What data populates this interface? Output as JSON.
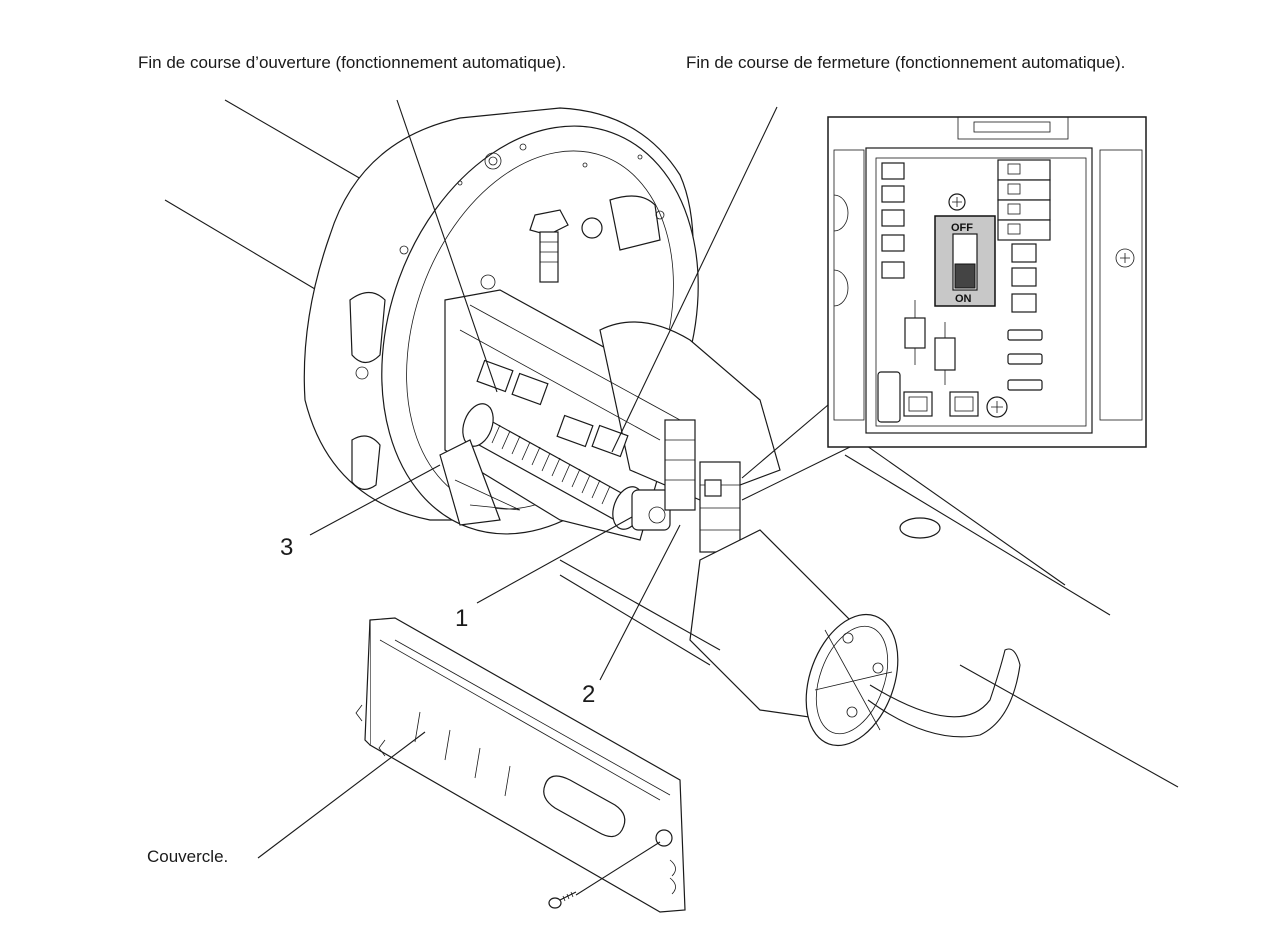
{
  "labels": {
    "open_limit": "Fin de course d’ouverture (fonctionnement automatique).",
    "close_limit": "Fin de course de fermeture (fonctionnement automatique).",
    "cover": "Couvercle.",
    "callout_1": "1",
    "callout_2": "2",
    "callout_3": "3"
  },
  "switch": {
    "off_label": "OFF",
    "on_label": "ON",
    "state": "ON"
  },
  "colors": {
    "ink": "#1a1a1a",
    "switch_body": "#c8c8c8",
    "switch_knob": "#444444"
  }
}
